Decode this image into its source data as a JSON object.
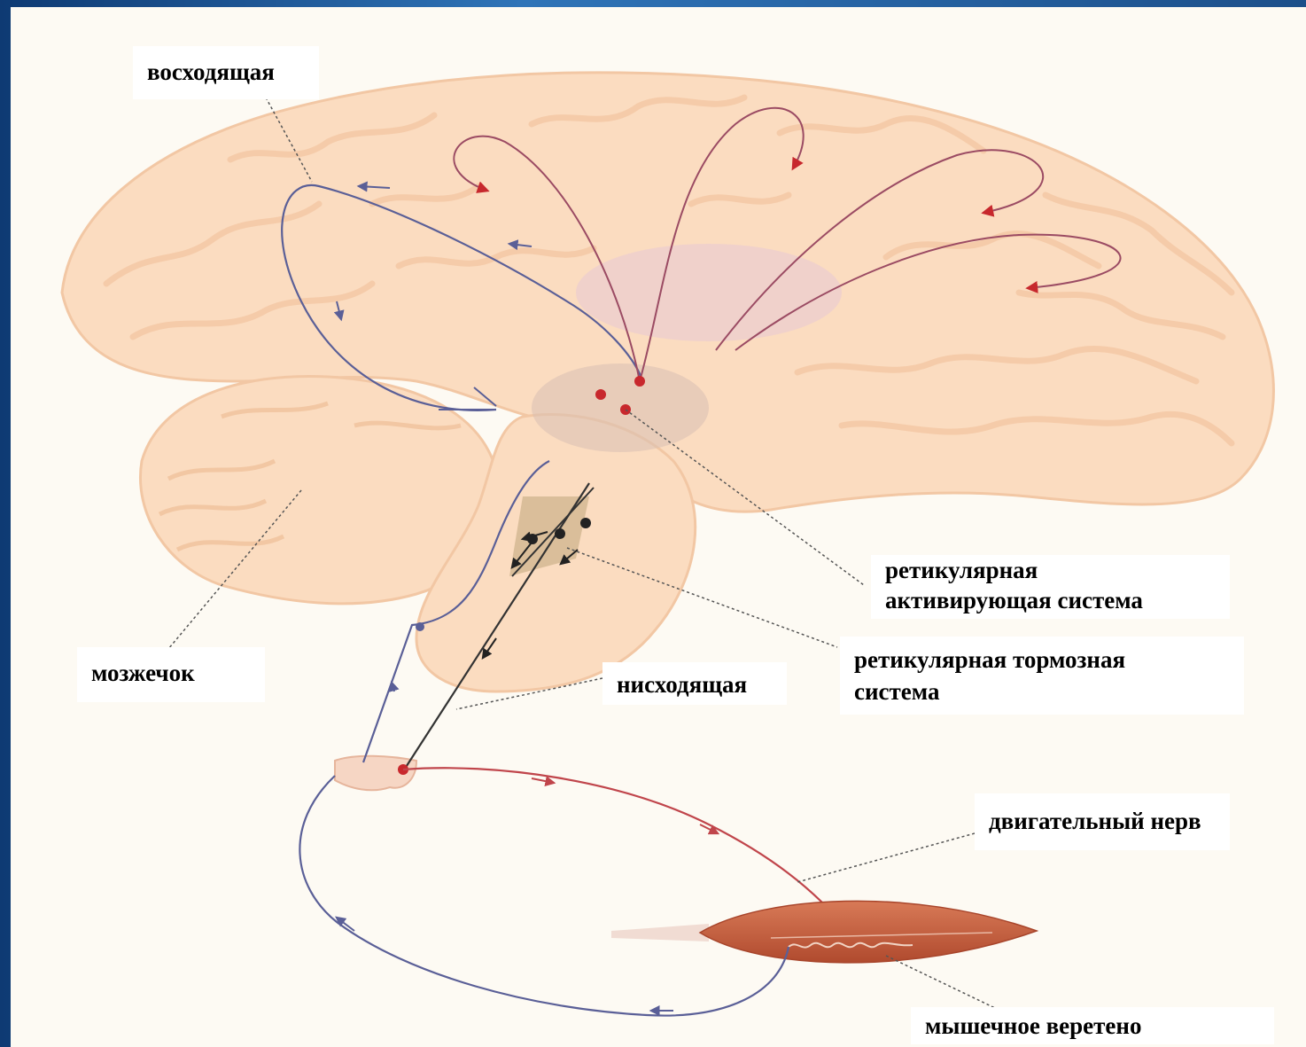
{
  "colors": {
    "brain_fill": "#fbdcc0",
    "brain_outline": "#f2c7a4",
    "ascending_path": "#5a5f97",
    "cortex_arrow_path": "#9b4b63",
    "arrow_head": "#c7282d",
    "nucleus_dot": "#c8282d",
    "motor_nerve": "#c0454b",
    "muscle": "#c8603f",
    "descending_path": "#333333",
    "label_background": "#ffffff"
  },
  "labels": {
    "ascending": "восходящая",
    "cerebellum": "мозжечок",
    "descending": "нисходящая",
    "reticular_activating_line1": "ретикулярная",
    "reticular_activating_line2": "активирующая система",
    "reticular_inhibitory_line1": "ретикулярная тормозная",
    "reticular_inhibitory_line2": "система",
    "motor_nerve": "двигательный нерв",
    "muscle_spindle": "мышечное веретено"
  }
}
